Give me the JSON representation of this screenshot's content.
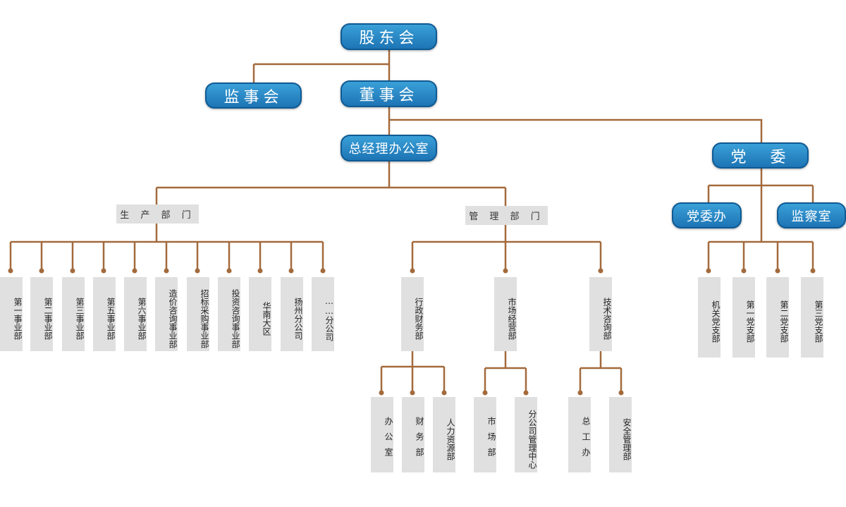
{
  "shareholders": "股东会",
  "supervisory": "监事会",
  "board": "董事会",
  "gm_office": "总经理办公室",
  "party_committee": "党　委",
  "party_office": "党委办",
  "inspection": "监察室",
  "production_header": "生 产 部 门",
  "management_header": "管 理 部 门",
  "production_units": [
    "第一事业部",
    "第二事业部",
    "第三事业部",
    "第五事业部",
    "第六事业部",
    "造价咨询事业部",
    "招标采购事业部",
    "投资咨询事业部",
    "华南大区",
    "扬州分公司",
    "……分公司"
  ],
  "management_units": [
    "行政财务部",
    "市场经营部",
    "技术咨询部"
  ],
  "admin_finance_subs": [
    "办公室",
    "财务部",
    "人力资源部"
  ],
  "marketing_subs": [
    "市场部",
    "分公司管理中心"
  ],
  "tech_subs": [
    "总工办",
    "安全管理部"
  ],
  "party_branches": [
    "机关党支部",
    "第一党支部",
    "第二党支部",
    "第三党支部"
  ],
  "colors": {
    "line": "#a0683a",
    "node": "#2386c6",
    "box": "#e0e0e0"
  }
}
